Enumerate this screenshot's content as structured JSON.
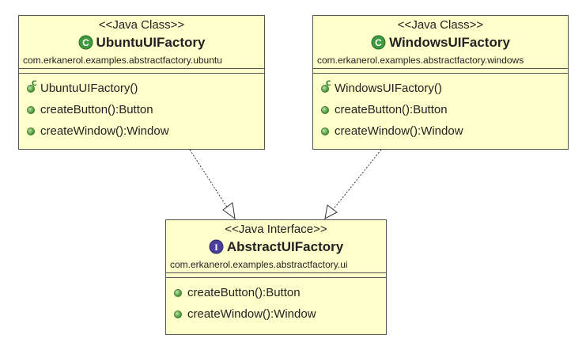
{
  "classes": [
    {
      "stereotype": "<<Java Class>>",
      "name": "UbuntuUIFactory",
      "package": "com.erkanerol.examples.abstractfactory.ubuntu",
      "kind": "class",
      "kind_letter": "C",
      "members": [
        "UbuntuUIFactory()",
        "createButton():Button",
        "createWindow():Window"
      ]
    },
    {
      "stereotype": "<<Java Class>>",
      "name": "WindowsUIFactory",
      "package": "com.erkanerol.examples.abstractfactory.windows",
      "kind": "class",
      "kind_letter": "C",
      "members": [
        "WindowsUIFactory()",
        "createButton():Button",
        "createWindow():Window"
      ]
    },
    {
      "stereotype": "<<Java Interface>>",
      "name": "AbstractUIFactory",
      "package": "com.erkanerol.examples.abstractfactory.ui",
      "kind": "interface",
      "kind_letter": "I",
      "members": [
        "createButton():Button",
        "createWindow():Window"
      ]
    }
  ],
  "relations": [
    {
      "from": "UbuntuUIFactory",
      "to": "AbstractUIFactory",
      "type": "realization"
    },
    {
      "from": "WindowsUIFactory",
      "to": "AbstractUIFactory",
      "type": "realization"
    }
  ],
  "colors": {
    "class_fill": "#ffffcc",
    "border": "#555555",
    "class_badge": "#3f9a3f",
    "interface_badge": "#4b3f99",
    "member_dot": "#5da34a"
  }
}
